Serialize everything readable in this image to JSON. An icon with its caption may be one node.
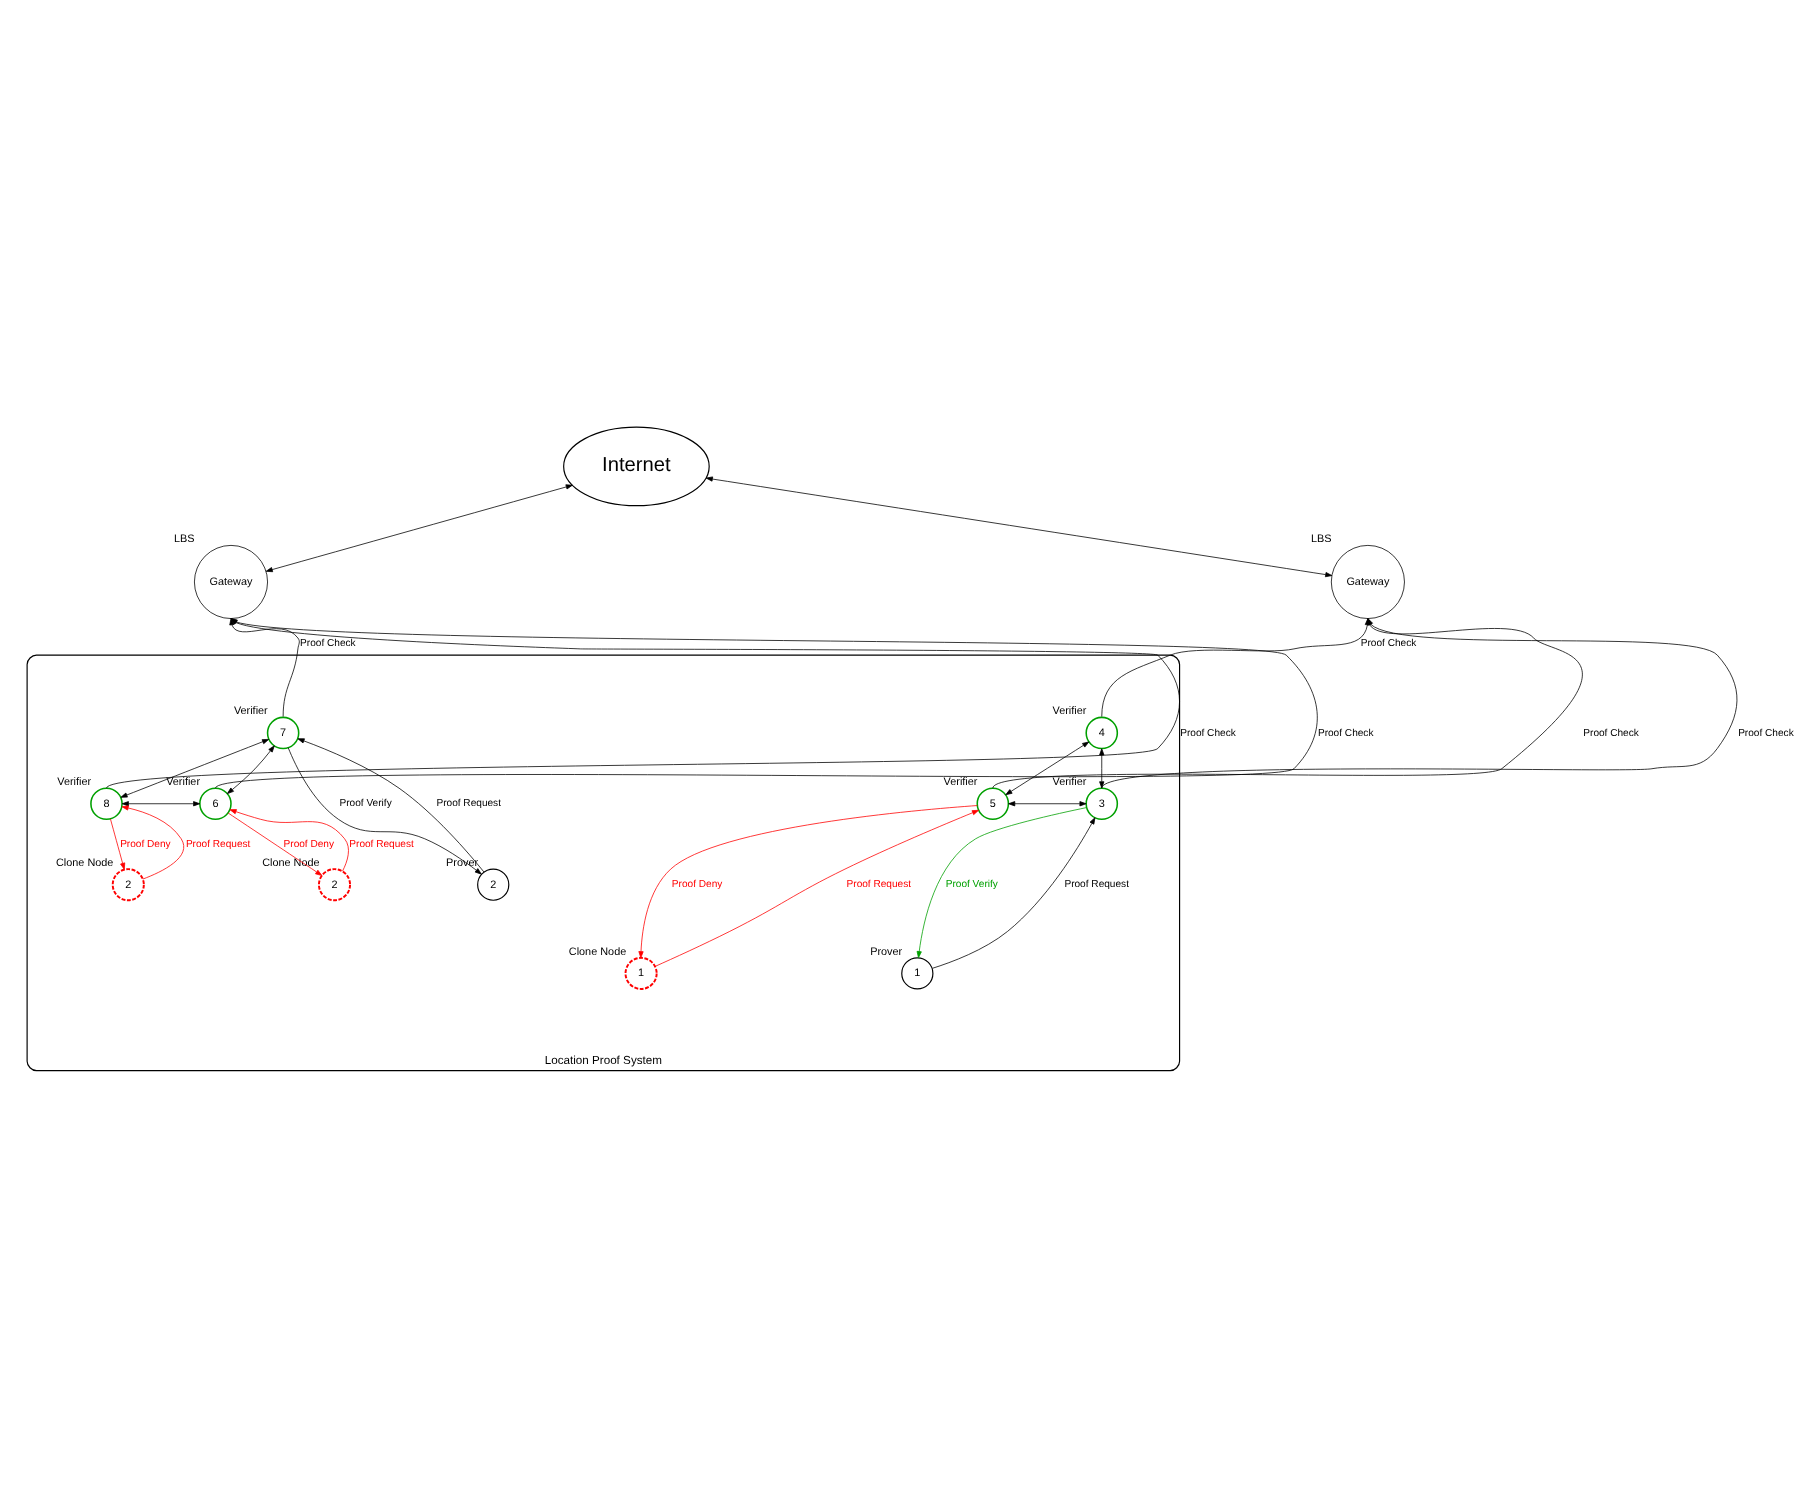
{
  "diagram": {
    "nodes": [
      {
        "text": [
          "Internet"
        ]
      },
      {
        "text": [
          "Gateway"
        ],
        "beside": [
          "LBS"
        ]
      },
      {
        "text": [
          "Gateway"
        ],
        "beside": [
          "LBS"
        ]
      },
      {
        "text": [
          "Location Proof System"
        ]
      },
      {
        "text": [
          "8"
        ],
        "beside": [
          "Verifier"
        ],
        "in": 3
      },
      {
        "text": [
          "7"
        ],
        "beside": [
          "Verifier"
        ],
        "in": 3
      },
      {
        "text": [
          "6"
        ],
        "beside": [
          "Verifier"
        ],
        "in": 3
      },
      {
        "text": [
          "2"
        ],
        "beside": [
          "Clone Node"
        ],
        "in": 3
      },
      {
        "text": [
          "2"
        ],
        "beside": [
          "Prover"
        ],
        "in": 3
      },
      {
        "text": [
          "2"
        ],
        "beside": [
          "Clone Node"
        ],
        "in": 3
      },
      {
        "text": [
          "5"
        ],
        "beside": [
          "Verifier"
        ],
        "in": 3
      },
      {
        "text": [
          "4"
        ],
        "beside": [
          "Verifier"
        ],
        "in": 3
      },
      {
        "text": [
          "3"
        ],
        "beside": [
          "Verifier"
        ],
        "in": 3
      },
      {
        "text": [
          "1"
        ],
        "beside": [
          "Clone Node"
        ],
        "in": 3
      },
      {
        "text": [
          "1"
        ],
        "beside": [
          "Prover"
        ],
        "in": 3
      }
    ],
    "edges": [
      {
        "from": 0,
        "to": 1,
        "arrow": "both"
      },
      {
        "from": 0,
        "to": 2,
        "arrow": "both"
      },
      {
        "from": 4,
        "to": 1,
        "arrow": "to",
        "label": "Proof Check"
      },
      {
        "from": 5,
        "to": 1,
        "arrow": "to",
        "label": "Proof Check"
      },
      {
        "from": 6,
        "to": 1,
        "arrow": "to",
        "label": "Proof Check"
      },
      {
        "from": 5,
        "to": 4,
        "arrow": "both"
      },
      {
        "from": 5,
        "to": 6,
        "arrow": "both"
      },
      {
        "from": 4,
        "to": 6,
        "arrow": "both"
      },
      {
        "from": 4,
        "to": 7,
        "arrow": "to",
        "label": "Proof Deny",
        "color": "#ff0000"
      },
      {
        "from": 7,
        "to": 4,
        "arrow": "to",
        "label": "Proof Request",
        "color": "#ff0000"
      },
      {
        "from": 5,
        "to": 8,
        "arrow": "to",
        "label": "Proof Verify"
      },
      {
        "from": 8,
        "to": 5,
        "arrow": "to",
        "label": "Proof Request"
      },
      {
        "from": 6,
        "to": 9,
        "arrow": "to",
        "label": "Proof Deny",
        "color": "#ff0000"
      },
      {
        "from": 9,
        "to": 6,
        "arrow": "to",
        "label": "Proof Request",
        "color": "#ff0000"
      },
      {
        "from": 10,
        "to": 2,
        "arrow": "to",
        "label": "Proof Check"
      },
      {
        "from": 11,
        "to": 2,
        "arrow": "to",
        "label": "Proof Check"
      },
      {
        "from": 12,
        "to": 2,
        "arrow": "to",
        "label": "Proof Check"
      },
      {
        "from": 11,
        "to": 10,
        "arrow": "both"
      },
      {
        "from": 11,
        "to": 12,
        "arrow": "both"
      },
      {
        "from": 10,
        "to": 12,
        "arrow": "both"
      },
      {
        "from": 10,
        "to": 13,
        "arrow": "to",
        "label": "Proof Deny",
        "color": "#ff0000"
      },
      {
        "from": 13,
        "to": 10,
        "arrow": "to",
        "label": "Proof Request",
        "color": "#ff0000"
      },
      {
        "from": 12,
        "to": 14,
        "arrow": "to",
        "label": "Proof Verify",
        "color": "#00a000"
      },
      {
        "from": 14,
        "to": 12,
        "arrow": "to",
        "label": "Proof Request"
      }
    ]
  }
}
